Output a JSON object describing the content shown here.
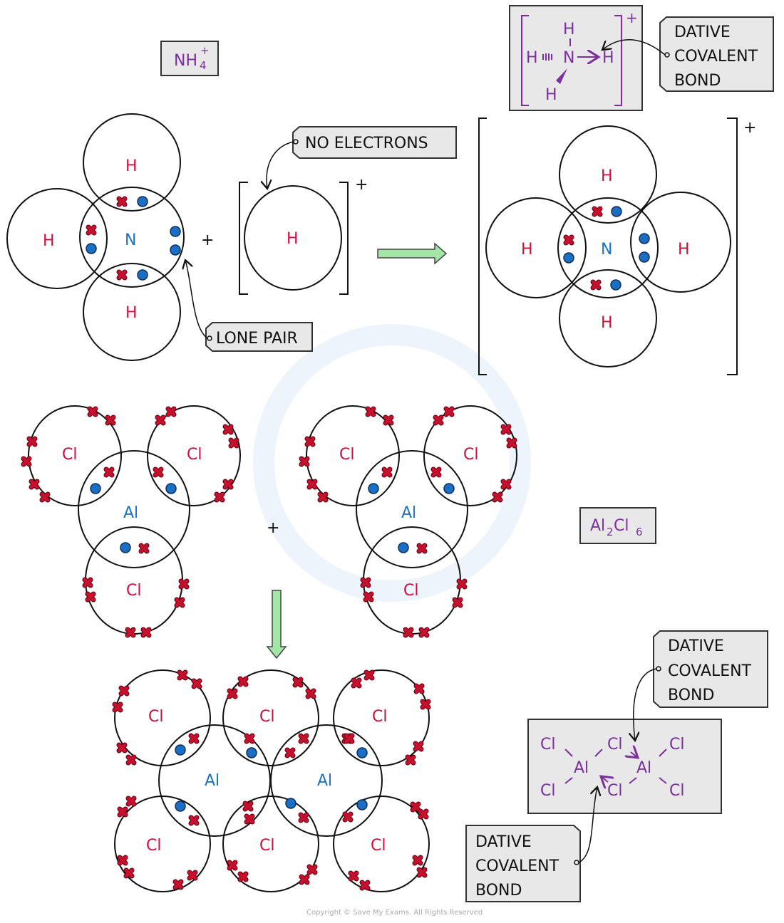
{
  "title_nh4": {
    "base": "NH",
    "subscript": "4",
    "superscript": "+"
  },
  "nh4_structure": {
    "atoms": [
      "H",
      "H",
      "N",
      "H",
      "H"
    ],
    "charge": "+"
  },
  "callouts": {
    "dative_top": [
      "DATIVE",
      "COVALENT",
      "BOND"
    ],
    "no_electrons": "NO  ELECTRONS",
    "lone_pair": "LONE  PAIR",
    "dative_right": [
      "DATIVE",
      "COVALENT",
      "BOND"
    ],
    "dative_bottom": [
      "DATIVE",
      "COVALENT",
      "BOND"
    ]
  },
  "ammonia": {
    "center": "N",
    "outer": [
      "H",
      "H",
      "H"
    ]
  },
  "proton": {
    "label": "H",
    "charge": "+"
  },
  "ammonium": {
    "center": "N",
    "outer": [
      "H",
      "H",
      "H",
      "H"
    ],
    "charge": "+"
  },
  "operators": {
    "plus": "+"
  },
  "alcl3": {
    "center": "Al",
    "outer": [
      "Cl",
      "Cl",
      "Cl"
    ]
  },
  "al2cl6_label": {
    "parts": [
      "Al",
      "2",
      "Cl",
      "6"
    ]
  },
  "al2cl6_dimer": {
    "centers": [
      "Al",
      "Al"
    ],
    "outer": [
      "Cl",
      "Cl",
      "Cl",
      "Cl",
      "Cl",
      "Cl"
    ]
  },
  "al2cl6_structure": {
    "al": "Al",
    "cl": "Cl"
  },
  "colors": {
    "hydrogen_label": "#d0103a",
    "central_label": "#1a73c8",
    "formula": "#7b2fa0",
    "cross_electron": "#c8102e",
    "dot_electron": "#1a6fc4",
    "box_fill": "#e8e8e8",
    "green_arrow": "#a3e6a8"
  },
  "footer": {
    "copyright": "Copyright © Save My Exams. All Rights Reserved"
  }
}
